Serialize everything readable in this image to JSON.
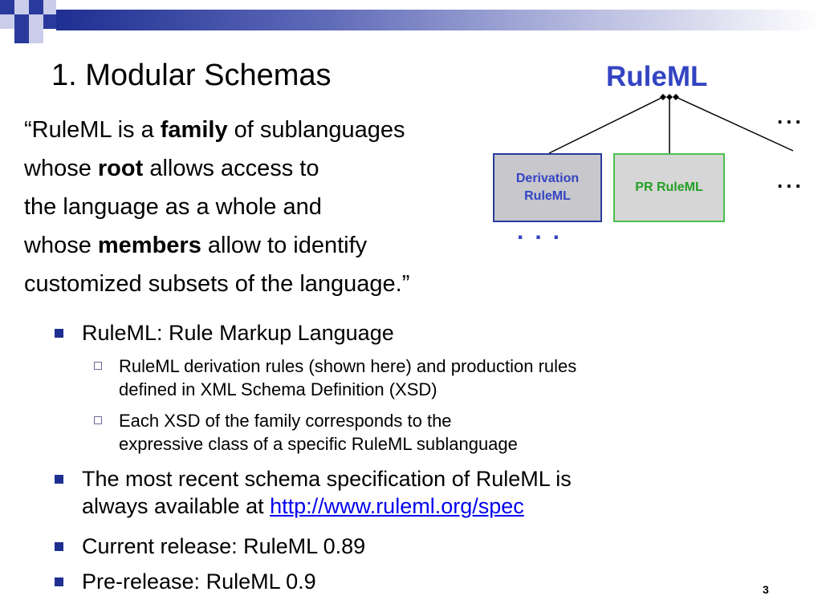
{
  "slide": {
    "title": "1. Modular Schemas",
    "page_number": "3"
  },
  "quote": {
    "l1_pre": "“RuleML is a ",
    "l1_bold": "family",
    "l1_post": " of sublanguages",
    "l2_pre": "whose ",
    "l2_bold": "root",
    "l2_post": " allows access to",
    "l3": "the language as a whole and",
    "l4_pre": "whose ",
    "l4_bold": "members",
    "l4_post": " allow to identify",
    "l5": "customized subsets of the language.”"
  },
  "diagram": {
    "root_label": "RuleML",
    "derivation_l1": "Derivation",
    "derivation_l2": "RuleML",
    "pr_label": "PR RuleML",
    "ellipsis_top": "...",
    "ellipsis_right": "...",
    "ellipsis_mid": "...",
    "colors": {
      "root": "#3344c2",
      "derivation_border": "#2a3a9c",
      "pr_border": "#4cc04c",
      "pr_text": "#24a024"
    }
  },
  "bullets": {
    "b1": "RuleML: Rule Markup Language",
    "b1a_l1": "RuleML derivation rules (shown here) and production rules",
    "b1a_l2": "defined in XML Schema Definition (XSD)",
    "b1b_l1": "Each XSD of the family corresponds to the",
    "b1b_l2": "expressive class of a specific RuleML sublanguage",
    "b2_l1": "The most recent schema specification of RuleML is",
    "b2_l2_pre": "always available at ",
    "b2_link": "http://www.ruleml.org/spec",
    "b3": "Current release: RuleML 0.89",
    "b4": "Pre-release: RuleML 0.9"
  }
}
